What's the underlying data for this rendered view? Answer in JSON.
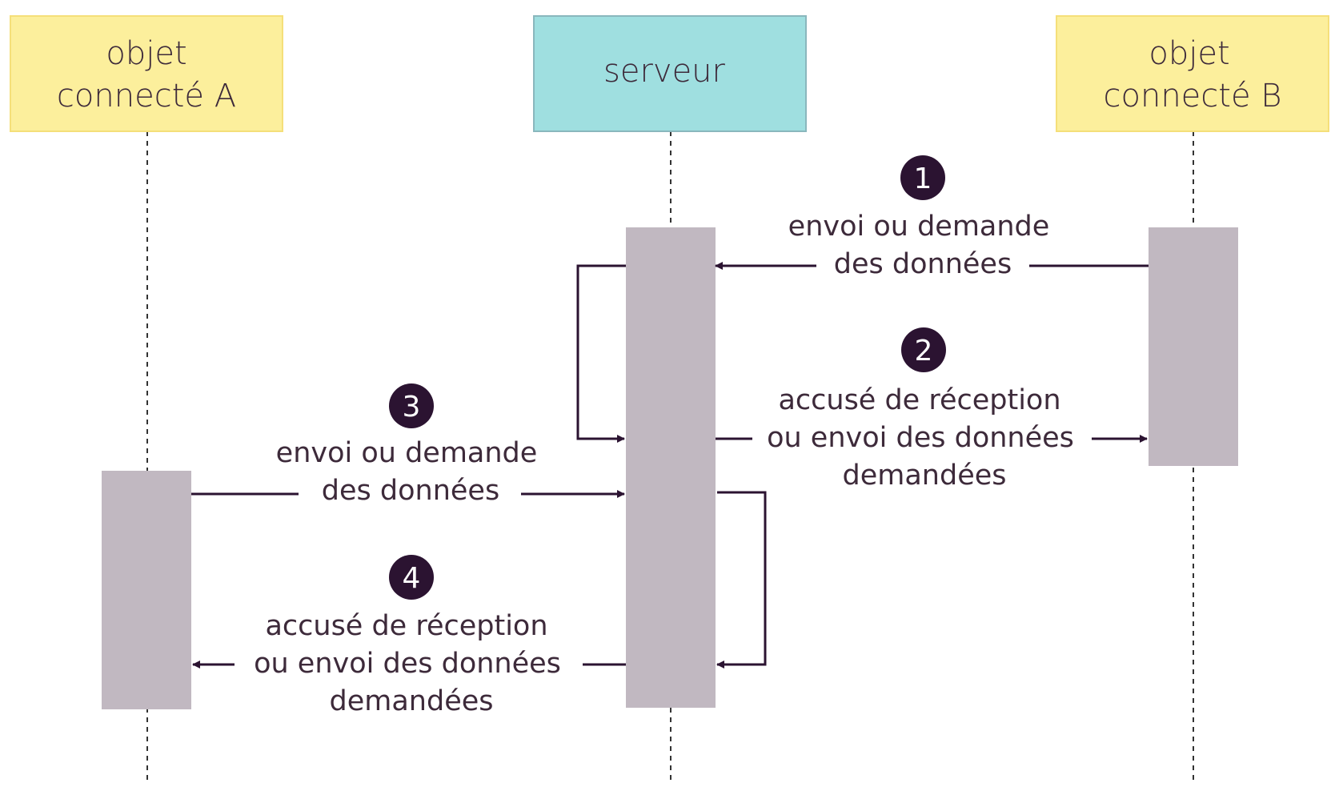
{
  "colors": {
    "object_box_fill": "#fcef9c",
    "object_box_stroke": "#f5df7a",
    "server_box_fill": "#9fdfe0",
    "server_box_stroke": "#8ab7bd",
    "activation_bar": "#c1b8c1",
    "arrow": "#2b1331",
    "step_badge": "#2b1331",
    "text": "#3d2a3a",
    "lifeline": "#333333"
  },
  "participants": {
    "object_a": {
      "line1": "objet",
      "line2": "connecté A"
    },
    "server": {
      "label": "serveur"
    },
    "object_b": {
      "line1": "objet",
      "line2": "connecté B"
    }
  },
  "messages": [
    {
      "step": "1",
      "line1": "envoi ou demande",
      "line2": "des données"
    },
    {
      "step": "2",
      "line1": "accusé de réception",
      "line2": "ou envoi des données",
      "line3": "demandées"
    },
    {
      "step": "3",
      "line1": "envoi ou demande",
      "line2": "des données"
    },
    {
      "step": "4",
      "line1": "accusé de réception",
      "line2": "ou envoi des données",
      "line3": "demandées"
    }
  ]
}
